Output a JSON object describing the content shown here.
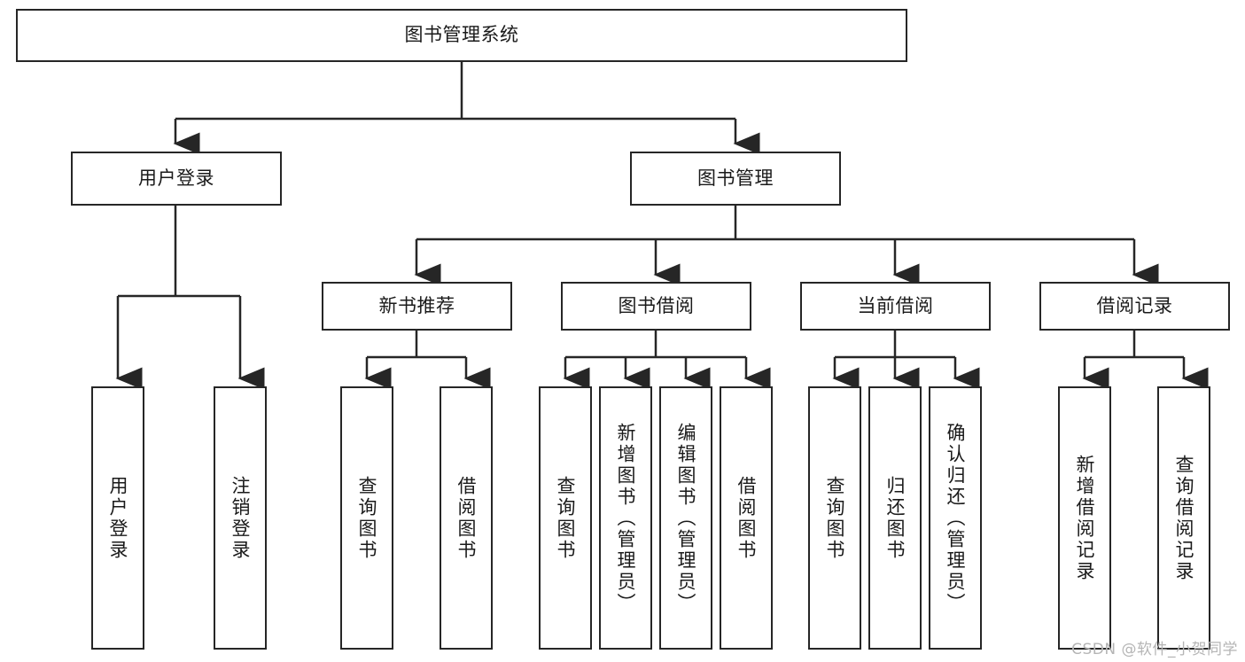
{
  "diagram": {
    "title": "图书管理系统",
    "type": "tree",
    "colors": {
      "stroke": "#262626",
      "fill": "#ffffff",
      "text": "#1a1a1a",
      "watermark": "#b5b5b5"
    },
    "root": {
      "id": "root",
      "label": "图书管理系统",
      "orientation": "horizontal"
    },
    "level2": [
      {
        "id": "user-login",
        "label": "用户登录",
        "orientation": "horizontal"
      },
      {
        "id": "book-management",
        "label": "图书管理",
        "orientation": "horizontal"
      }
    ],
    "level3": [
      {
        "id": "new-book-recommend",
        "label": "新书推荐",
        "orientation": "horizontal",
        "parent": "book-management"
      },
      {
        "id": "book-borrow",
        "label": "图书借阅",
        "orientation": "horizontal",
        "parent": "book-management"
      },
      {
        "id": "current-borrow",
        "label": "当前借阅",
        "orientation": "horizontal",
        "parent": "book-management"
      },
      {
        "id": "borrow-record",
        "label": "借阅记录",
        "orientation": "horizontal",
        "parent": "book-management"
      }
    ],
    "leaves": [
      {
        "id": "leaf-user-login",
        "label": "用户登录",
        "orientation": "vertical",
        "parent": "user-login"
      },
      {
        "id": "leaf-logout",
        "label": "注销登录",
        "orientation": "vertical",
        "parent": "user-login"
      },
      {
        "id": "leaf-query-book-1",
        "label": "查询图书",
        "orientation": "vertical",
        "parent": "new-book-recommend"
      },
      {
        "id": "leaf-borrow-book-1",
        "label": "借阅图书",
        "orientation": "vertical",
        "parent": "new-book-recommend"
      },
      {
        "id": "leaf-query-book-2",
        "label": "查询图书",
        "orientation": "vertical",
        "parent": "book-borrow"
      },
      {
        "id": "leaf-add-book",
        "label": "新增图书（管理员）",
        "orientation": "vertical",
        "parent": "book-borrow"
      },
      {
        "id": "leaf-edit-book",
        "label": "编辑图书（管理员）",
        "orientation": "vertical",
        "parent": "book-borrow"
      },
      {
        "id": "leaf-borrow-book-2",
        "label": "借阅图书",
        "orientation": "vertical",
        "parent": "book-borrow"
      },
      {
        "id": "leaf-query-book-3",
        "label": "查询图书",
        "orientation": "vertical",
        "parent": "current-borrow"
      },
      {
        "id": "leaf-return-book",
        "label": "归还图书",
        "orientation": "vertical",
        "parent": "current-borrow"
      },
      {
        "id": "leaf-confirm-return",
        "label": "确认归还（管理员）",
        "orientation": "vertical",
        "parent": "current-borrow"
      },
      {
        "id": "leaf-add-record",
        "label": "新增借阅记录",
        "orientation": "vertical",
        "parent": "borrow-record"
      },
      {
        "id": "leaf-query-record",
        "label": "查询借阅记录",
        "orientation": "vertical",
        "parent": "borrow-record"
      }
    ],
    "watermark": "CSDN @软件_小贺同学"
  }
}
